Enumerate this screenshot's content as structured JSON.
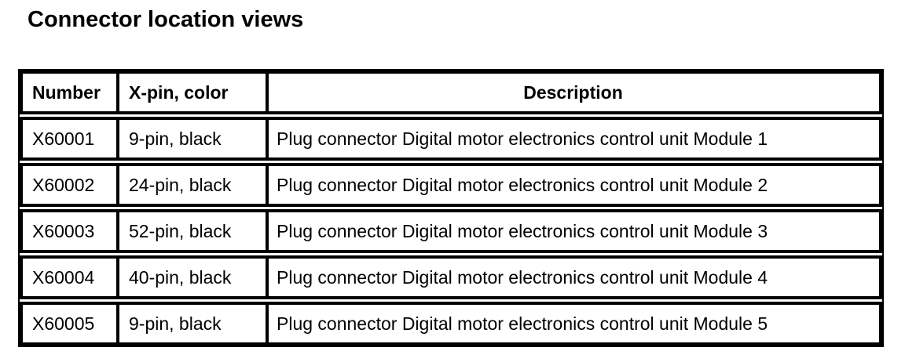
{
  "page": {
    "title": "Connector location views"
  },
  "table": {
    "headers": {
      "number": "Number",
      "pin_color": "X-pin, color",
      "description": "Description"
    },
    "rows": [
      {
        "number": "X60001",
        "pin_color": "9-pin, black",
        "description": "Plug connector Digital motor electronics control unit Module 1"
      },
      {
        "number": "X60002",
        "pin_color": "24-pin, black",
        "description": "Plug connector Digital motor electronics control unit Module 2"
      },
      {
        "number": "X60003",
        "pin_color": "52-pin, black",
        "description": "Plug connector Digital motor electronics control unit Module 3"
      },
      {
        "number": "X60004",
        "pin_color": "40-pin, black",
        "description": "Plug connector Digital motor electronics control unit Module 4"
      },
      {
        "number": "X60005",
        "pin_color": "9-pin, black",
        "description": "Plug connector Digital motor electronics control unit Module 5"
      }
    ],
    "colors": {
      "border": "#000000",
      "background": "#ffffff",
      "text": "#000000"
    }
  }
}
